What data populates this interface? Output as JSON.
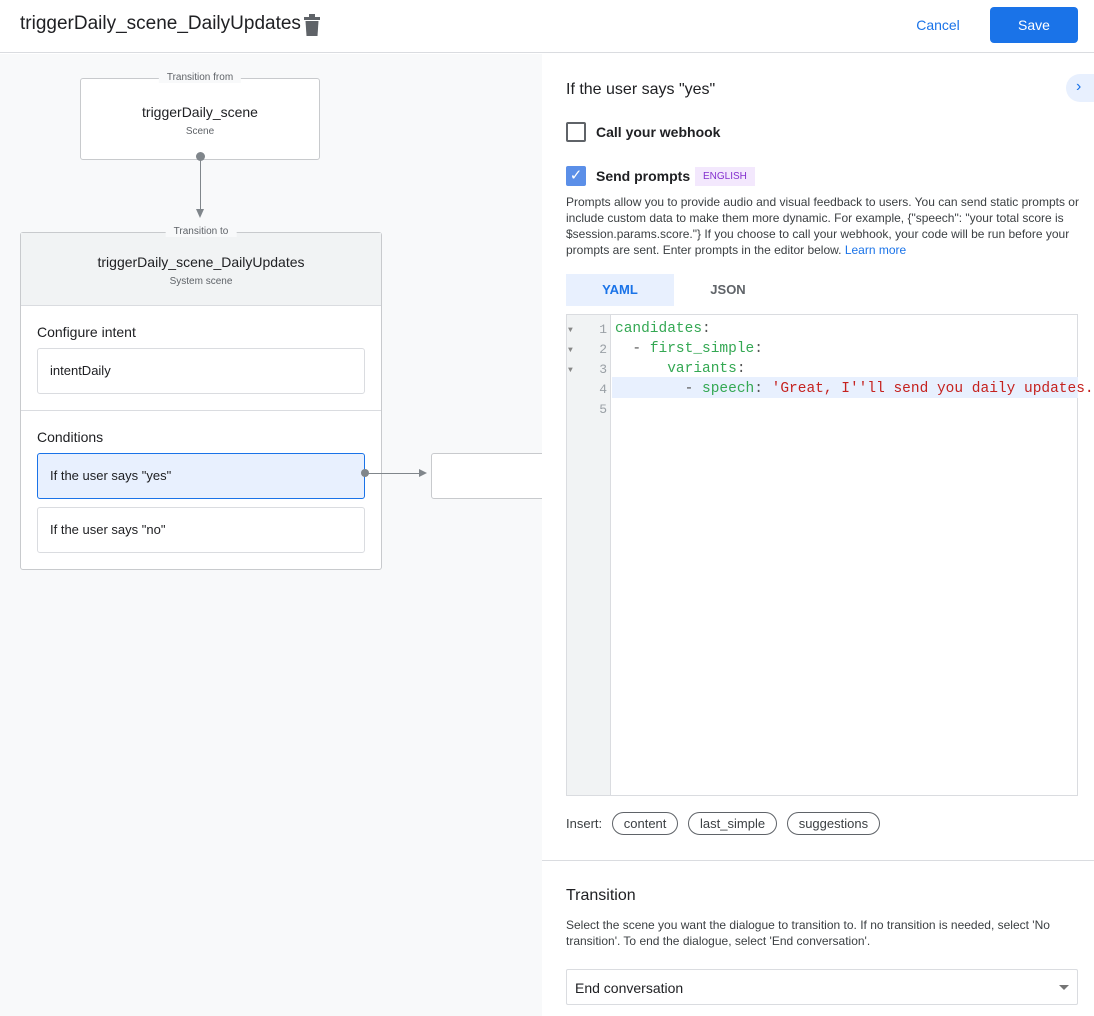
{
  "header": {
    "title": "triggerDaily_scene_DailyUpdates",
    "cancel_label": "Cancel",
    "save_label": "Save"
  },
  "canvas": {
    "from_node": {
      "legend": "Transition from",
      "title": "triggerDaily_scene",
      "subtitle": "Scene"
    },
    "to_node": {
      "legend": "Transition to",
      "title": "triggerDaily_scene_DailyUpdates",
      "subtitle": "System scene",
      "configure_intent_label": "Configure intent",
      "intent": "intentDaily",
      "conditions_label": "Conditions",
      "conditions": [
        "If the user says \"yes\"",
        "If the user says \"no\""
      ]
    }
  },
  "panel": {
    "heading": "If the user says \"yes\"",
    "webhook": {
      "label": "Call your webhook",
      "checked": false
    },
    "prompts": {
      "label": "Send prompts",
      "checked": true,
      "badge": "ENGLISH",
      "description": "Prompts allow you to provide audio and visual feedback to users. You can send static prompts or include custom data to make them more dynamic. For example, {\"speech\": \"your total score is $session.params.score.\"} If you choose to call your webhook, your code will be run before your prompts are sent. Enter prompts in the editor below.",
      "learn_more": "Learn more"
    },
    "tabs": [
      {
        "label": "YAML",
        "active": true
      },
      {
        "label": "JSON",
        "active": false
      }
    ],
    "editor": {
      "line_numbers": [
        "1",
        "2",
        "3",
        "4",
        "5"
      ],
      "lines": [
        {
          "indent": "",
          "dash": "",
          "key": "candidates",
          "colon": ":",
          "value": ""
        },
        {
          "indent": "  ",
          "dash": "- ",
          "key": "first_simple",
          "colon": ":",
          "value": ""
        },
        {
          "indent": "      ",
          "dash": "",
          "key": "variants",
          "colon": ":",
          "value": ""
        },
        {
          "indent": "        ",
          "dash": "- ",
          "key": "speech",
          "colon": ": ",
          "value": "'Great, I''ll send you daily updates."
        },
        {
          "indent": "",
          "dash": "",
          "key": "",
          "colon": "",
          "value": ""
        }
      ]
    },
    "insert": {
      "label": "Insert:",
      "chips": [
        "content",
        "last_simple",
        "suggestions"
      ]
    },
    "transition": {
      "heading": "Transition",
      "description": "Select the scene you want the dialogue to transition to. If no transition is needed, select 'No transition'. To end the dialogue, select 'End conversation'.",
      "selected": "End conversation"
    }
  },
  "colors": {
    "accent": "#1a73e8",
    "badge_bg": "#f3e8fd",
    "badge_text": "#8430ce",
    "code_key": "#34a853",
    "code_string": "#c5221f"
  }
}
